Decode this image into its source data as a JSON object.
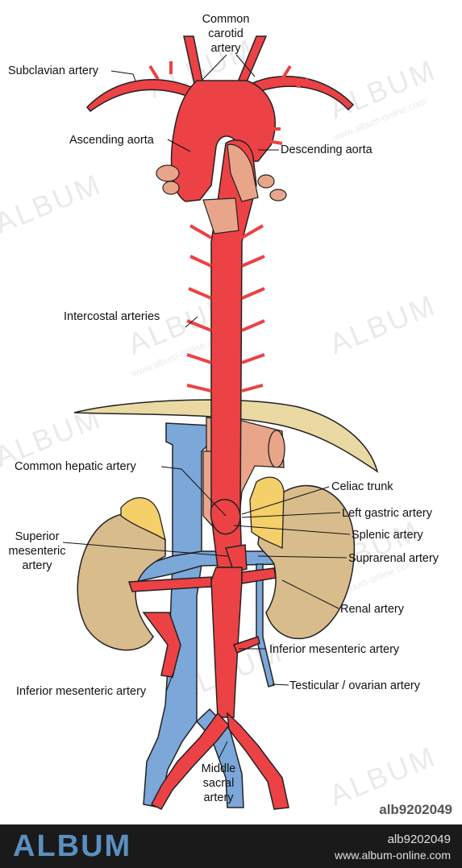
{
  "labels": {
    "common_carotid_1": "Common",
    "common_carotid_2": "carotid",
    "common_carotid_3": "artery",
    "subclavian": "Subclavian artery",
    "ascending_aorta": "Ascending aorta",
    "descending_aorta": "Descending aorta",
    "intercostal": "Intercostal arteries",
    "common_hepatic": "Common hepatic artery",
    "celiac_trunk": "Celiac trunk",
    "left_gastric": "Left gastric artery",
    "splenic": "Splenic artery",
    "suprarenal": "Suprarenal artery",
    "superior_mesenteric_1": "Superior",
    "superior_mesenteric_2": "mesenteric",
    "superior_mesenteric_3": "artery",
    "renal": "Renal artery",
    "inferior_mesenteric_right": "Inferior mesenteric artery",
    "inferior_mesenteric_left": "Inferior mesenteric artery",
    "testicular_ovarian": "Testicular / ovarian artery",
    "middle_sacral_1": "Middle",
    "middle_sacral_2": "sacral",
    "middle_sacral_3": "artery"
  },
  "watermark": {
    "text": "ALBUM",
    "url": "www.album-online.com"
  },
  "footer": {
    "logo": "ALBUM",
    "image_id": "alb9202049",
    "url": "www.album-online.com"
  },
  "stamp_id": "alb9202049",
  "colors": {
    "artery": "#ec4245",
    "vein": "#7ba7d9",
    "kidney": "#d9bc8c",
    "adrenal": "#f4cf6a",
    "diaphragm": "#ead9a3",
    "muscle": "#e9a58a",
    "outline": "#222222"
  }
}
